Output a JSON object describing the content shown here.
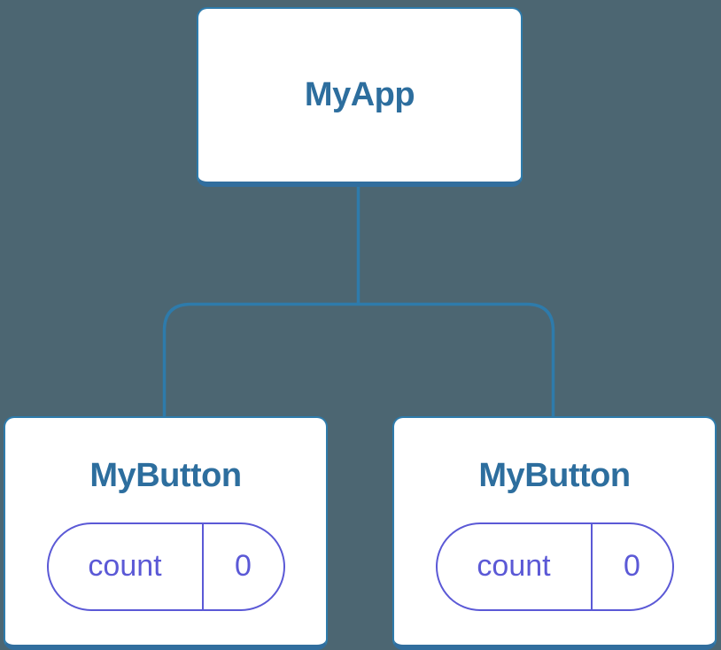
{
  "colors": {
    "background": "#4C6672",
    "line": "#2E7BAB",
    "line_bottom": "#316E9E",
    "node_fill": "#FFFFFF",
    "title": "#2D6E9E",
    "state": "#5B59D6"
  },
  "diagram": {
    "type": "component-tree",
    "root": {
      "label": "MyApp"
    },
    "children": [
      {
        "label": "MyButton",
        "state": {
          "name": "count",
          "value": "0"
        }
      },
      {
        "label": "MyButton",
        "state": {
          "name": "count",
          "value": "0"
        }
      }
    ]
  }
}
